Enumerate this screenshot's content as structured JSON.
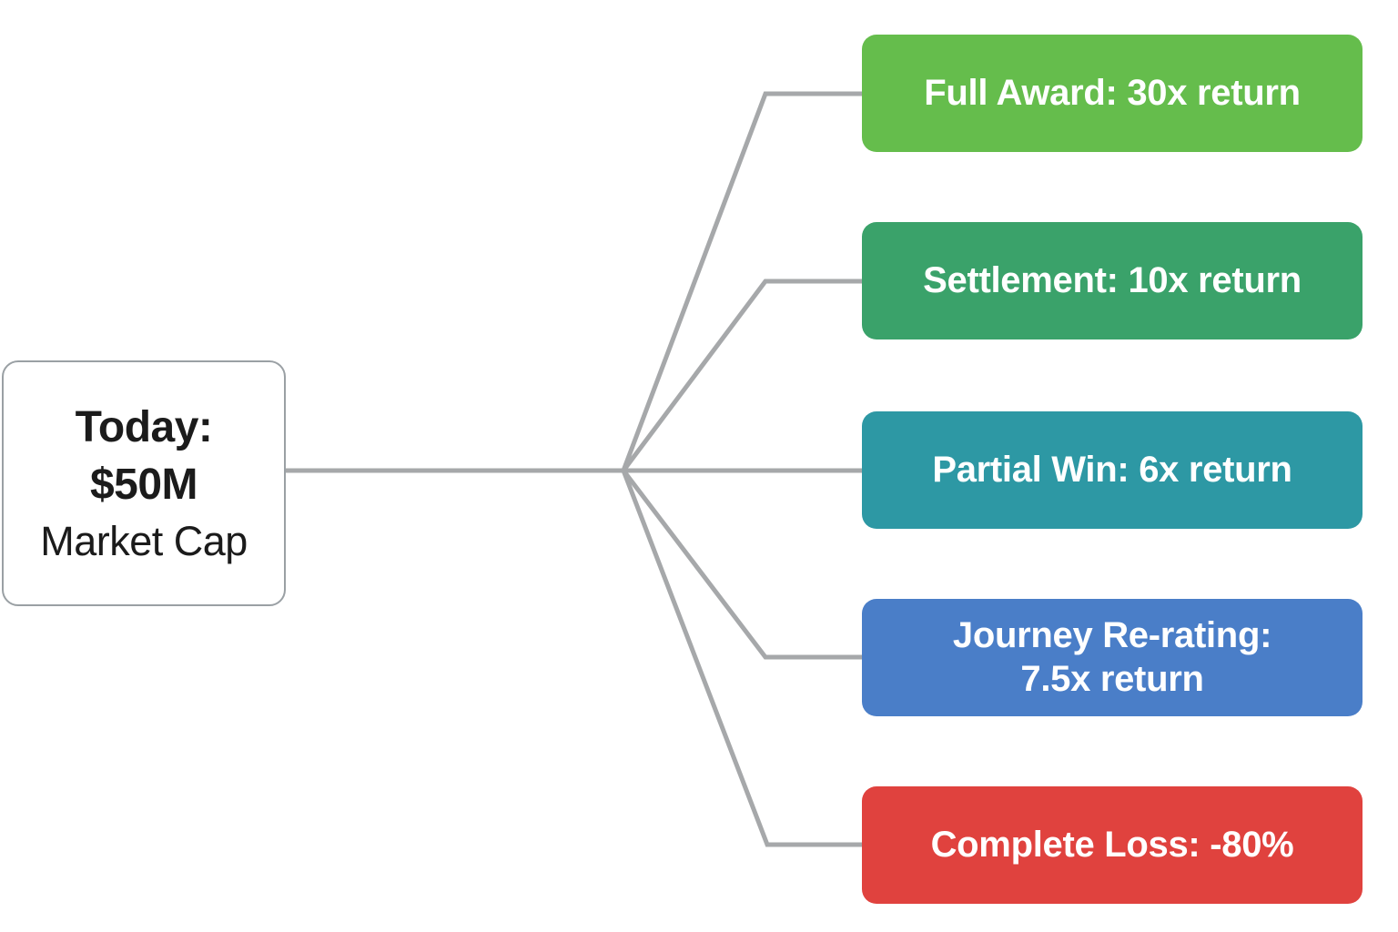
{
  "diagram": {
    "root_node": {
      "lines": [
        "Today:",
        "$50M",
        "Market Cap"
      ],
      "text_color": "#1b1b1b",
      "background": "#ffffff",
      "border_color": "#9aa0a4"
    },
    "connector_color": "#a6a8aa",
    "outcome_text_color": "#ffffff",
    "outcomes": [
      {
        "name": "full-award",
        "lines": [
          "Full Award: 30x return"
        ],
        "color": "#65bd4c"
      },
      {
        "name": "settlement",
        "lines": [
          "Settlement: 10x return"
        ],
        "color": "#3aa26a"
      },
      {
        "name": "partial-win",
        "lines": [
          "Partial Win: 6x return"
        ],
        "color": "#2d98a4"
      },
      {
        "name": "journey-re-rating",
        "lines": [
          "Journey Re-rating:",
          "7.5x return"
        ],
        "color": "#4a7ec8"
      },
      {
        "name": "complete-loss",
        "lines": [
          "Complete Loss: -80%"
        ],
        "color": "#e0423e"
      }
    ]
  }
}
